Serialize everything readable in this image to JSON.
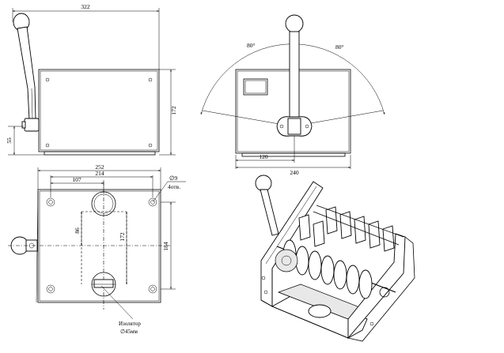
{
  "front_view": {
    "dim_width": "322",
    "dim_height": "172",
    "dim_handle_height": "55"
  },
  "side_view": {
    "angle_left": "80°",
    "angle_right": "80°",
    "dim_half_width": "120",
    "dim_width": "240"
  },
  "top_view": {
    "dim_outer": "252",
    "dim_holes": "214",
    "dim_offset": "107",
    "dim_hole_dia": "∅9",
    "dim_hole_count": "4отв.",
    "dim_inner": "86",
    "dim_inner_height": "172",
    "dim_depth": "184",
    "insulator_label": "Изолятор",
    "insulator_dia": "∅45мм"
  }
}
